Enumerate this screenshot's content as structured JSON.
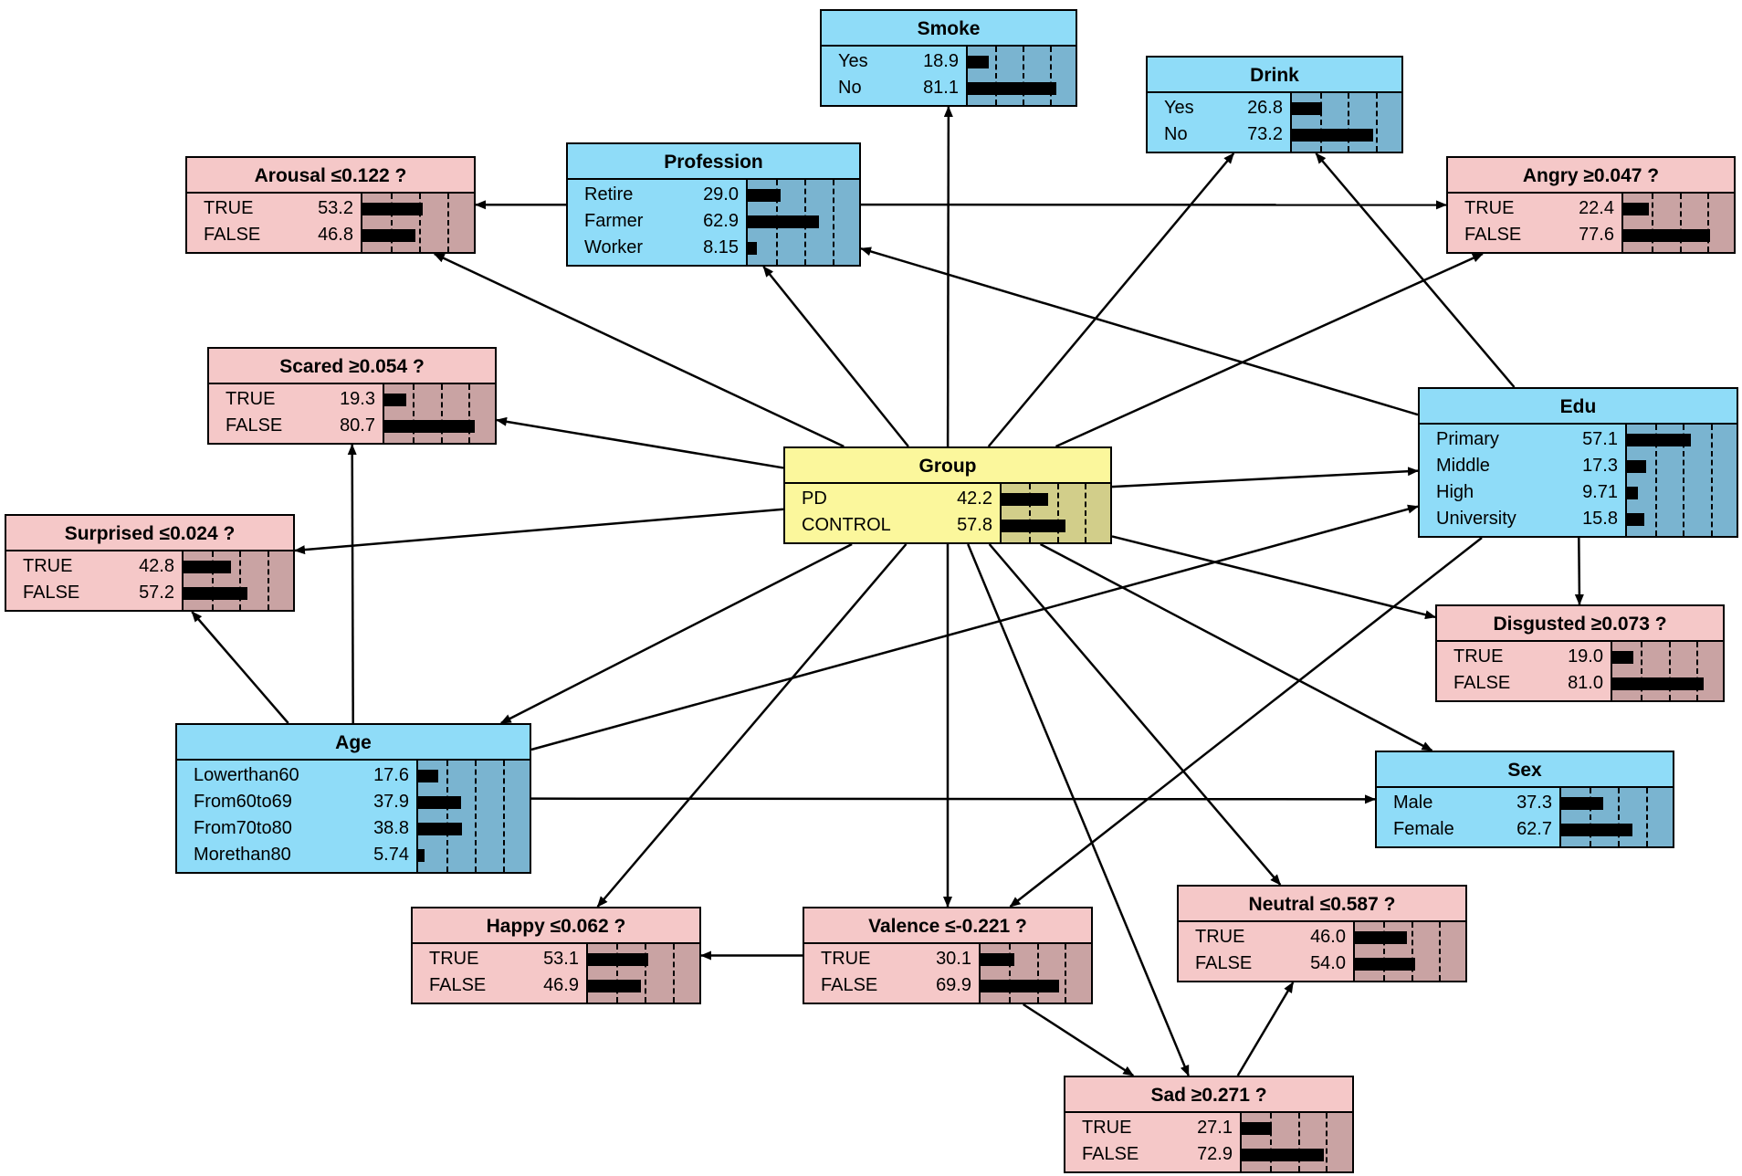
{
  "nodes": [
    {
      "id": "smoke",
      "title": "Smoke",
      "color": "blue",
      "states": [
        {
          "label": "Yes",
          "value": "18.9",
          "pct": 18.9
        },
        {
          "label": "No",
          "value": "81.1",
          "pct": 81.1
        }
      ]
    },
    {
      "id": "drink",
      "title": "Drink",
      "color": "blue",
      "states": [
        {
          "label": "Yes",
          "value": "26.8",
          "pct": 26.8
        },
        {
          "label": "No",
          "value": "73.2",
          "pct": 73.2
        }
      ]
    },
    {
      "id": "profession",
      "title": "Profession",
      "color": "blue",
      "states": [
        {
          "label": "Retire",
          "value": "29.0",
          "pct": 29.0
        },
        {
          "label": "Farmer",
          "value": "62.9",
          "pct": 62.9
        },
        {
          "label": "Worker",
          "value": "8.15",
          "pct": 8.15
        }
      ]
    },
    {
      "id": "arousal",
      "title": "Arousal ≤0.122 ?",
      "color": "pink",
      "states": [
        {
          "label": "TRUE",
          "value": "53.2",
          "pct": 53.2
        },
        {
          "label": "FALSE",
          "value": "46.8",
          "pct": 46.8
        }
      ]
    },
    {
      "id": "angry",
      "title": "Angry ≥0.047 ?",
      "color": "pink",
      "states": [
        {
          "label": "TRUE",
          "value": "22.4",
          "pct": 22.4
        },
        {
          "label": "FALSE",
          "value": "77.6",
          "pct": 77.6
        }
      ]
    },
    {
      "id": "scared",
      "title": "Scared ≥0.054 ?",
      "color": "pink",
      "states": [
        {
          "label": "TRUE",
          "value": "19.3",
          "pct": 19.3
        },
        {
          "label": "FALSE",
          "value": "80.7",
          "pct": 80.7
        }
      ]
    },
    {
      "id": "group",
      "title": "Group",
      "color": "yellow",
      "states": [
        {
          "label": "PD",
          "value": "42.2",
          "pct": 42.2
        },
        {
          "label": "CONTROL",
          "value": "57.8",
          "pct": 57.8
        }
      ]
    },
    {
      "id": "edu",
      "title": "Edu",
      "color": "blue",
      "states": [
        {
          "label": "Primary",
          "value": "57.1",
          "pct": 57.1
        },
        {
          "label": "Middle",
          "value": "17.3",
          "pct": 17.3
        },
        {
          "label": "High",
          "value": "9.71",
          "pct": 9.71
        },
        {
          "label": "University",
          "value": "15.8",
          "pct": 15.8
        }
      ]
    },
    {
      "id": "surprised",
      "title": "Surprised ≤0.024 ?",
      "color": "pink",
      "states": [
        {
          "label": "TRUE",
          "value": "42.8",
          "pct": 42.8
        },
        {
          "label": "FALSE",
          "value": "57.2",
          "pct": 57.2
        }
      ]
    },
    {
      "id": "disgusted",
      "title": "Disgusted ≥0.073 ?",
      "color": "pink",
      "states": [
        {
          "label": "TRUE",
          "value": "19.0",
          "pct": 19.0
        },
        {
          "label": "FALSE",
          "value": "81.0",
          "pct": 81.0
        }
      ]
    },
    {
      "id": "age",
      "title": "Age",
      "color": "blue",
      "states": [
        {
          "label": "Lowerthan60",
          "value": "17.6",
          "pct": 17.6
        },
        {
          "label": "From60to69",
          "value": "37.9",
          "pct": 37.9
        },
        {
          "label": "From70to80",
          "value": "38.8",
          "pct": 38.8
        },
        {
          "label": "Morethan80",
          "value": "5.74",
          "pct": 5.74
        }
      ]
    },
    {
      "id": "sex",
      "title": "Sex",
      "color": "blue",
      "states": [
        {
          "label": "Male",
          "value": "37.3",
          "pct": 37.3
        },
        {
          "label": "Female",
          "value": "62.7",
          "pct": 62.7
        }
      ]
    },
    {
      "id": "happy",
      "title": "Happy ≤0.062 ?",
      "color": "pink",
      "states": [
        {
          "label": "TRUE",
          "value": "53.1",
          "pct": 53.1
        },
        {
          "label": "FALSE",
          "value": "46.9",
          "pct": 46.9
        }
      ]
    },
    {
      "id": "valence",
      "title": "Valence ≤-0.221 ?",
      "color": "pink",
      "states": [
        {
          "label": "TRUE",
          "value": "30.1",
          "pct": 30.1
        },
        {
          "label": "FALSE",
          "value": "69.9",
          "pct": 69.9
        }
      ]
    },
    {
      "id": "neutral",
      "title": "Neutral ≤0.587 ?",
      "color": "pink",
      "states": [
        {
          "label": "TRUE",
          "value": "46.0",
          "pct": 46.0
        },
        {
          "label": "FALSE",
          "value": "54.0",
          "pct": 54.0
        }
      ]
    },
    {
      "id": "sad",
      "title": "Sad ≥0.271 ?",
      "color": "pink",
      "states": [
        {
          "label": "TRUE",
          "value": "27.1",
          "pct": 27.1
        },
        {
          "label": "FALSE",
          "value": "72.9",
          "pct": 72.9
        }
      ]
    }
  ],
  "edges": [
    {
      "from": "group",
      "to": "smoke"
    },
    {
      "from": "group",
      "to": "drink"
    },
    {
      "from": "group",
      "to": "profession"
    },
    {
      "from": "group",
      "to": "arousal"
    },
    {
      "from": "group",
      "to": "angry"
    },
    {
      "from": "group",
      "to": "scared"
    },
    {
      "from": "group",
      "to": "edu"
    },
    {
      "from": "group",
      "to": "surprised"
    },
    {
      "from": "group",
      "to": "disgusted"
    },
    {
      "from": "group",
      "to": "age"
    },
    {
      "from": "group",
      "to": "sex"
    },
    {
      "from": "group",
      "to": "happy"
    },
    {
      "from": "group",
      "to": "valence"
    },
    {
      "from": "group",
      "to": "neutral"
    },
    {
      "from": "group",
      "to": "sad"
    },
    {
      "from": "profession",
      "to": "arousal"
    },
    {
      "from": "profession",
      "to": "angry"
    },
    {
      "from": "edu",
      "to": "profession"
    },
    {
      "from": "edu",
      "to": "drink"
    },
    {
      "from": "edu",
      "to": "disgusted"
    },
    {
      "from": "edu",
      "to": "valence"
    },
    {
      "from": "age",
      "to": "edu"
    },
    {
      "from": "age",
      "to": "scared"
    },
    {
      "from": "age",
      "to": "surprised"
    },
    {
      "from": "age",
      "to": "sex"
    },
    {
      "from": "valence",
      "to": "happy"
    },
    {
      "from": "valence",
      "to": "sad"
    },
    {
      "from": "sad",
      "to": "neutral"
    }
  ]
}
